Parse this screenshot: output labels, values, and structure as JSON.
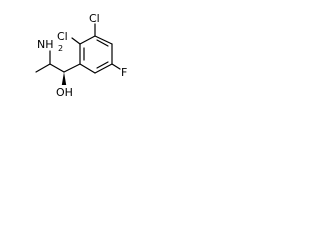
{
  "molecule": {
    "atoms": {
      "cl_top": "Cl",
      "cl_second": "Cl",
      "f": "F",
      "nh2": "NH",
      "nh2_sub": "2",
      "oh": "OH"
    },
    "colors": {
      "bond": "#000000",
      "label": "#000000",
      "background": "#ffffff"
    }
  }
}
